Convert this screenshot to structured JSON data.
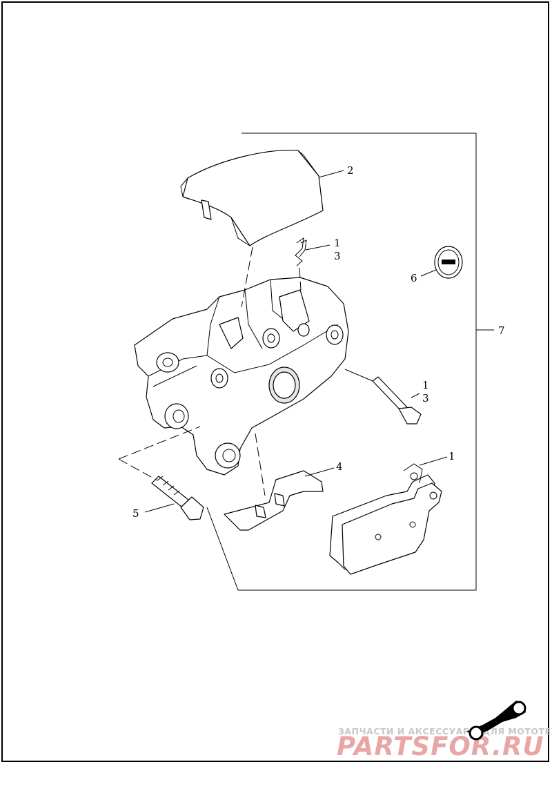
{
  "diagram": {
    "callouts": [
      {
        "id": "c2",
        "text": "2"
      },
      {
        "id": "c1a",
        "text": "1"
      },
      {
        "id": "c3a",
        "text": "3"
      },
      {
        "id": "c6",
        "text": "6"
      },
      {
        "id": "c7",
        "text": "7"
      },
      {
        "id": "c1b",
        "text": "1"
      },
      {
        "id": "c3b",
        "text": "3"
      },
      {
        "id": "c1c",
        "text": "1"
      },
      {
        "id": "c4",
        "text": "4"
      },
      {
        "id": "c5",
        "text": "5"
      }
    ]
  },
  "watermark": {
    "subtitle": "ЗАПЧАСТИ И АКСЕССУАРЫ ДЛЯ МОТОТЕХНИКИ",
    "brand": "PARTSFOR.RU"
  },
  "colors": {
    "line": "#000000",
    "watermark_red": "#e9a6a6",
    "watermark_gray": "#c8c8c8"
  },
  "icons": [
    "brake-caliper-illustration",
    "heat-shield-illustration",
    "pin-clip-illustration",
    "medallion-illustration",
    "pad-pin-illustration",
    "brake-pads-illustration",
    "pad-spring-illustration",
    "mounting-bolt-illustration",
    "moto-logo-icon"
  ]
}
